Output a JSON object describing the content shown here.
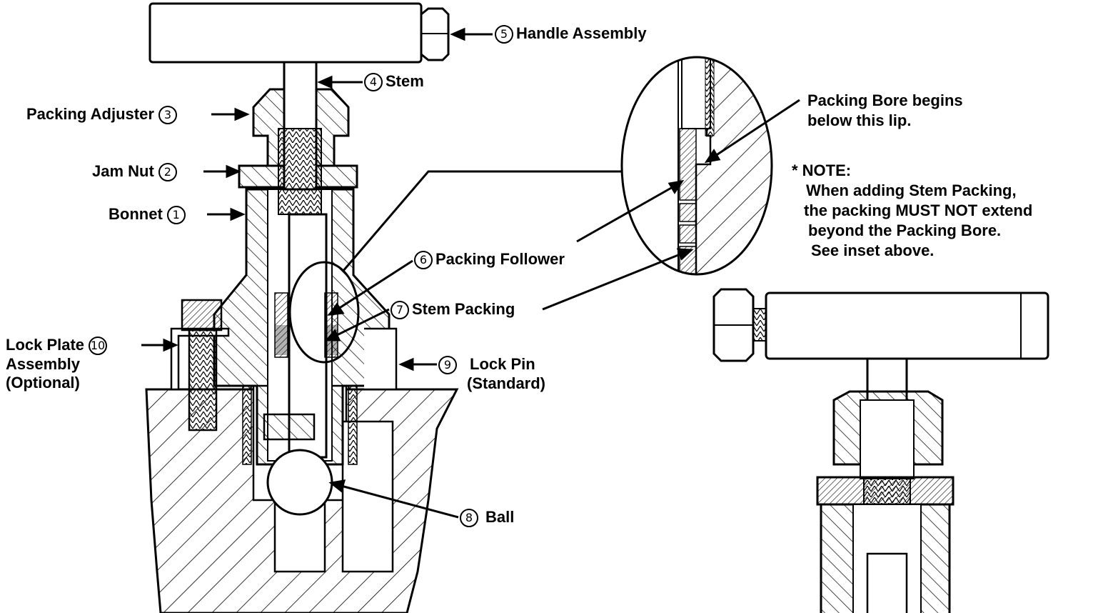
{
  "callouts": {
    "handle": {
      "num": "5",
      "text": "Handle Assembly"
    },
    "stem": {
      "num": "4",
      "text": "Stem"
    },
    "packing_adjuster": {
      "num": "3",
      "text": "Packing Adjuster"
    },
    "jam_nut": {
      "num": "2",
      "text": "Jam Nut"
    },
    "bonnet": {
      "num": "1",
      "text": "Bonnet"
    },
    "packing_follower": {
      "num": "6",
      "text": "Packing Follower"
    },
    "stem_packing": {
      "num": "7",
      "text": "Stem Packing"
    },
    "lock_plate": {
      "num": "10",
      "line1": "Lock Plate",
      "line2": "Assembly",
      "line3": "(Optional)"
    },
    "lock_pin": {
      "num": "9",
      "line1": "Lock Pin",
      "line2": "(Standard)"
    },
    "ball": {
      "num": "8",
      "text": "Ball"
    }
  },
  "inset": {
    "line1": "Packing Bore begins",
    "line2": "below this lip."
  },
  "note": {
    "heading": "* NOTE:",
    "line1": "When adding Stem Packing,",
    "line2": "the packing MUST NOT extend",
    "line3": "beyond the Packing Bore.",
    "line4": "See inset above."
  }
}
